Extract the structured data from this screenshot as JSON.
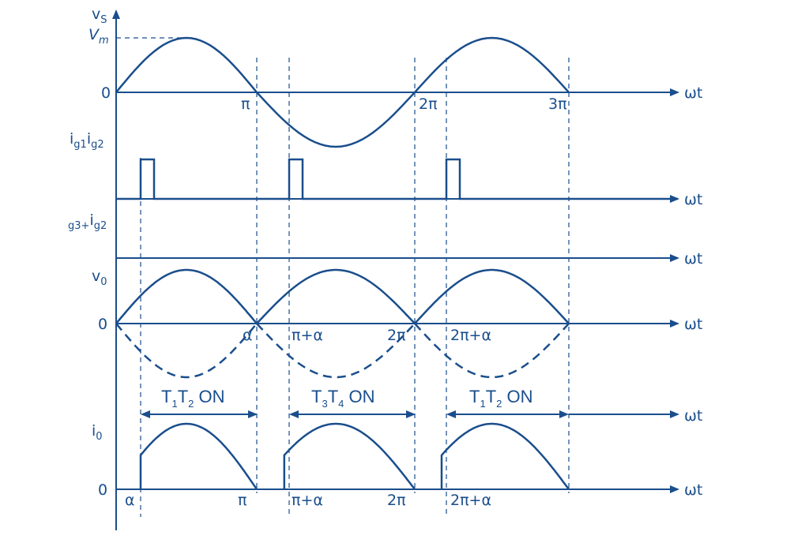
{
  "colors": {
    "ink": "#1a4e8c",
    "background": "#ffffff"
  },
  "panels": {
    "vs": {
      "ylabel": {
        "main": "v",
        "sub": "S"
      },
      "peak_label": {
        "main": "V",
        "sub": "m"
      },
      "zero": "0",
      "x_ticks": [
        "π",
        "2π",
        "3π"
      ],
      "axis_end": "ωt"
    },
    "ig12": {
      "ylabel": {
        "a": "i",
        "a_sub": "g1",
        "b": "i",
        "b_sub": "g2"
      },
      "axis_end": "ωt"
    },
    "ig34": {
      "ylabel": {
        "a_sub": "g3",
        "plus": "+",
        "b": "i",
        "b_sub": "g2"
      },
      "axis_end": "ωt"
    },
    "vo": {
      "ylabel": {
        "main": "v",
        "sub": "0"
      },
      "zero": "0",
      "x_ticks": [
        "α",
        "π+α",
        "2π",
        "2π+α"
      ],
      "axis_end": "ωt"
    },
    "io": {
      "ylabel": {
        "main": "i",
        "sub": "0"
      },
      "zero": "0",
      "x_ticks": [
        "α",
        "π",
        "π+α",
        "2π",
        "2π+α"
      ],
      "axis_end": "ωt",
      "intervals": [
        {
          "a": "T",
          "a_sub": "1",
          "b": "T",
          "b_sub": "2",
          "suffix": " ON"
        },
        {
          "a": "T",
          "a_sub": "3",
          "b": "T",
          "b_sub": "4",
          "suffix": " ON"
        },
        {
          "a": "T",
          "a_sub": "1",
          "b": "T",
          "b_sub": "2",
          "suffix": " ON"
        }
      ]
    }
  }
}
